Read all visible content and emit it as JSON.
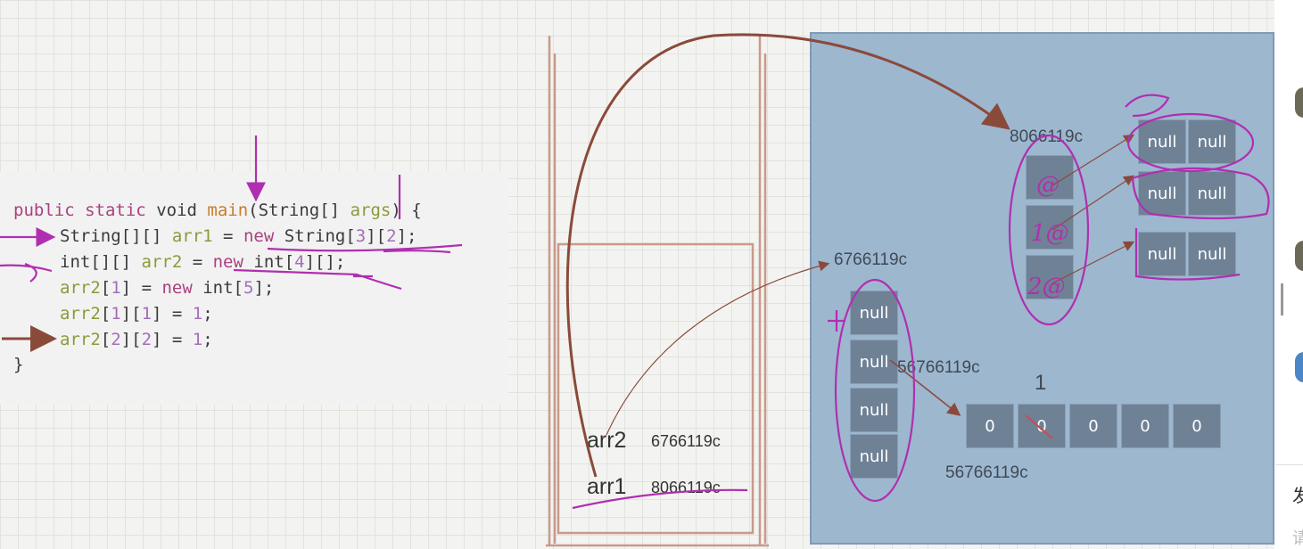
{
  "code": {
    "line1": {
      "kw1": "public",
      "kw2": "static",
      "kw3": "void",
      "fn": "main",
      "rest1": "(String[] ",
      "var": "args",
      "rest2": ") {"
    },
    "line2": {
      "type": "String[][] ",
      "var": "arr1",
      "eq": " = ",
      "kw": "new",
      "rest": " String[",
      "n1": "3",
      "mid": "][",
      "n2": "2",
      "end": "];"
    },
    "line3": {
      "type": "int[][] ",
      "var": "arr2",
      "eq": " = ",
      "kw": "new",
      "rest": " int[",
      "n1": "4",
      "end": "][];"
    },
    "line4": {
      "var": "arr2",
      "b1": "[",
      "n1": "1",
      "b2": "]",
      "eq": " = ",
      "kw": "new",
      "rest": " int[",
      "n2": "5",
      "end": "];"
    },
    "line5": {
      "var": "arr2",
      "b1": "[",
      "n1": "1",
      "b2": "][",
      "n2": "1",
      "b3": "]",
      "eq": " = ",
      "n3": "1",
      "end": ";"
    },
    "line6": {
      "var": "arr2",
      "b1": "[",
      "n1": "2",
      "b2": "][",
      "n2": "2",
      "b3": "]",
      "eq": " = ",
      "n3": "1",
      "end": ";"
    },
    "line7": "}"
  },
  "stack": {
    "arr2": {
      "name": "arr2",
      "addr": "6766119c"
    },
    "arr1": {
      "name": "arr1",
      "addr": "8066119c"
    }
  },
  "heap": {
    "arr1_addr": "8066119c",
    "arr1_handwritten": [
      "@",
      "1@",
      "2@"
    ],
    "sub_arrays": [
      [
        "null",
        "null"
      ],
      [
        "null",
        "null"
      ],
      [
        "null",
        "null"
      ]
    ],
    "arr2_addr": "6766119c",
    "arr2_cells": [
      "null",
      "null",
      "null",
      "null"
    ],
    "inner_addr_label": "56766119c",
    "int_array_cells": [
      "0",
      "0",
      "0",
      "0",
      "0"
    ],
    "int_array_addr": "56766119c",
    "assigned_value": "1"
  },
  "side": {
    "char1": "发",
    "char2": "请"
  },
  "colors": {
    "heap_bg": "#9db7cf",
    "cell": "#6f8195",
    "pen_magenta": "#b02fb0",
    "pen_brown": "#8a4a3a",
    "keyword": "#a9427f"
  }
}
